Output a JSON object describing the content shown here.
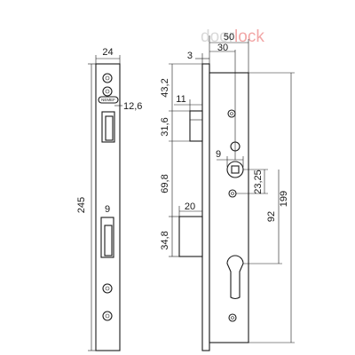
{
  "watermark": {
    "part1": "door",
    "part2": "lock",
    "color1": "#d9d9d9",
    "color2": "#f2a7a7"
  },
  "faceplate": {
    "width": "24",
    "length": "245",
    "stamp": "NEMEF",
    "latch_projection": "12,6",
    "cylinder_mark": "9"
  },
  "side_view": {
    "overall_depth": "50",
    "backset": "30",
    "plate_thickness": "3",
    "latch_depth": "11",
    "bolt_depth": "20",
    "top_to_latch": "43,2",
    "latch_height": "31,6",
    "latch_to_bolt": "69,8",
    "bolt_height": "34,8",
    "follower_size": "9",
    "small_offset": "23,25",
    "distance_to_cylinder": "92",
    "case_height": "199"
  }
}
